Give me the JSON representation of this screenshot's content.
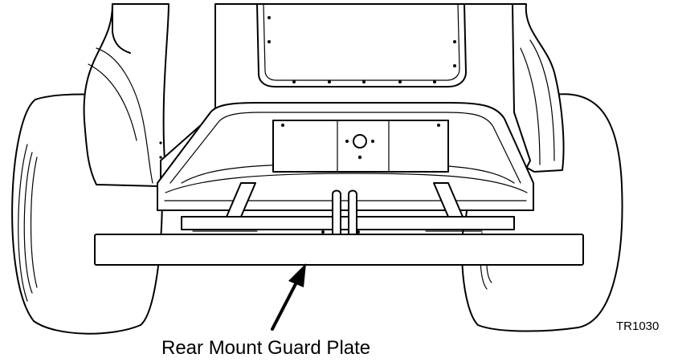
{
  "callout": {
    "label": "Rear Mount Guard Plate",
    "target": "guard-plate"
  },
  "figure_id": "TR1030",
  "colors": {
    "line": "#000000",
    "plate_fill": "#d9d9d9",
    "background": "#ffffff"
  }
}
